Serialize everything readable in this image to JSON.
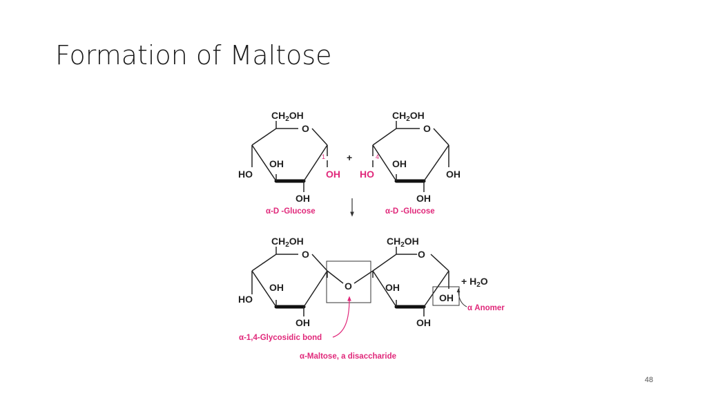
{
  "slide": {
    "title": "Formation of Maltose",
    "page_number": "48"
  },
  "colors": {
    "pink": "#e0287a",
    "ink": "#222222"
  },
  "diagram": {
    "reactants": {
      "left": {
        "ch2oh": "CH2OH",
        "ring_o": "O",
        "oh_inner": "OH",
        "oh_bottom": "OH",
        "ho_left": "HO",
        "oh_anomeric": "OH",
        "carbon_number": "1",
        "name": "α-D -Glucose"
      },
      "plus": "+",
      "right": {
        "ch2oh": "CH2OH",
        "ring_o": "O",
        "oh_inner": "OH",
        "oh_bottom": "OH",
        "ho_c4": "HO",
        "oh_right": "OH",
        "carbon_number": "4",
        "name": "α-D -Glucose"
      }
    },
    "arrow": "↓",
    "product": {
      "left_ch2oh": "CH2OH",
      "left_ring_o": "O",
      "left_oh_inner": "OH",
      "left_oh_bottom": "OH",
      "left_ho": "HO",
      "bridge_o": "O",
      "right_ch2oh": "CH2OH",
      "right_ring_o": "O",
      "right_oh_inner": "OH",
      "right_oh_bottom": "OH",
      "anomer_oh": "OH",
      "water": "+ H2O",
      "anomer_label": "α Anomer",
      "bond_label": "α-1,4-Glycosidic bond",
      "name": "α-Maltose, a disaccharide"
    }
  }
}
